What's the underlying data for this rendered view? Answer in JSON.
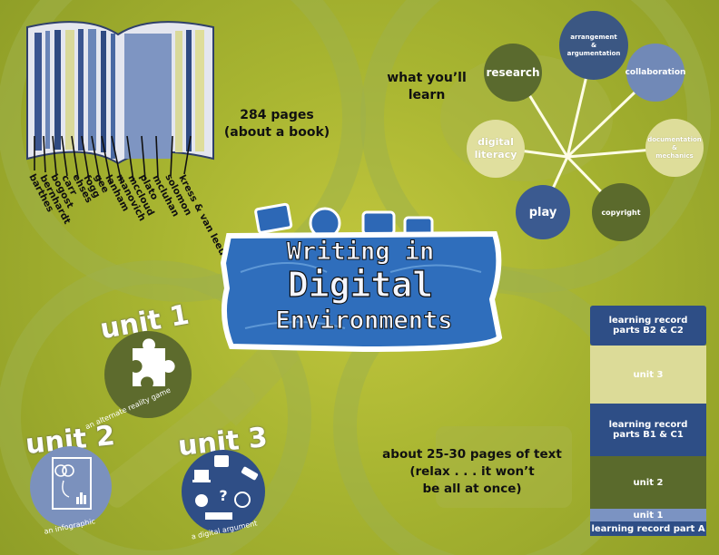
{
  "book": {
    "pages_label": "284 pages\n(about a book)",
    "authors": [
      "barthes",
      "bernhardt",
      "bogost",
      "carr",
      "ehses",
      "fogg",
      "gee",
      "lanham",
      "manovich",
      "mccloud",
      "plato",
      "mcluhan",
      "solomon",
      "kress & van leeuwen"
    ]
  },
  "learn": {
    "heading": "what you’ll\nlearn",
    "topics": [
      {
        "label": "arrangement\n&\nargumentation",
        "color": "#3b5783"
      },
      {
        "label": "collaboration",
        "color": "#7189b7"
      },
      {
        "label": "documentation\n&\nmechanics",
        "color": "#dedd9a"
      },
      {
        "label": "copyright",
        "color": "#5b6a2c"
      },
      {
        "label": "play",
        "color": "#3b5a90"
      },
      {
        "label": "digital\nliteracy",
        "color": "#e0df9e"
      },
      {
        "label": "research",
        "color": "#5a6a2e"
      }
    ]
  },
  "logo": {
    "line1": "Writing in",
    "line2": "Digital",
    "line3": "Environments"
  },
  "units": [
    {
      "title": "unit 1",
      "caption": "an alternate reality game",
      "icon": "puzzle-icon"
    },
    {
      "title": "unit 2",
      "caption": "an infographic",
      "icon": "infographic-icon"
    },
    {
      "title": "unit 3",
      "caption": "a digital argument",
      "icon": "media-collage-icon"
    }
  ],
  "text_note": "about 25-30 pages of text\n(relax . . . it won’t\nbe all at once)",
  "stack": [
    {
      "label": "learning record\nparts B2 & C2",
      "color": "#2e4e86"
    },
    {
      "label": "unit 3",
      "color": "#dcdb98"
    },
    {
      "label": "learning record\nparts B1 & C1",
      "color": "#2e4e86"
    },
    {
      "label": "unit 2",
      "color": "#5a6a2c"
    },
    {
      "label": "unit 1",
      "color": "#7b93c2"
    },
    {
      "label": "learning record part A",
      "color": "#2e4e86"
    }
  ]
}
